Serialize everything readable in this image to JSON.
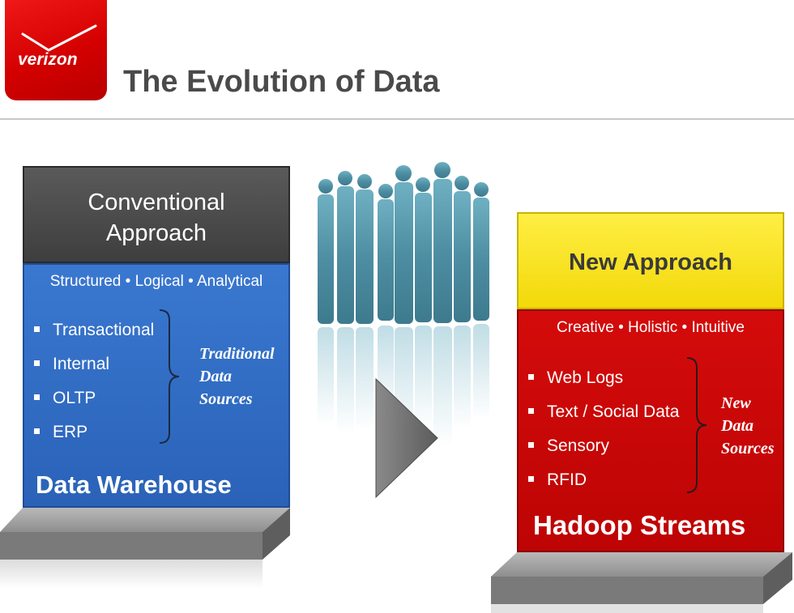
{
  "header": {
    "logo_text": "verizon",
    "title": "The Evolution of Data"
  },
  "conventional": {
    "heading_line1": "Conventional",
    "heading_line2": "Approach",
    "tagline": "Structured  •  Logical  •  Analytical",
    "items": [
      "Transactional",
      "Internal",
      "OLTP",
      "ERP"
    ],
    "sources_line1": "Traditional",
    "sources_line2": "Data",
    "sources_line3": "Sources",
    "footer": "Data Warehouse"
  },
  "new_approach": {
    "heading": "New Approach",
    "tagline": "Creative  •  Holistic  •  Intuitive",
    "items": [
      "Web Logs",
      "Text / Social Data",
      "Sensory",
      "RFID"
    ],
    "sources_line1": "New",
    "sources_line2": "Data",
    "sources_line3": "Sources",
    "footer": "Hadoop Streams"
  },
  "colors": {
    "brand_red": "#d40000",
    "conventional_head": "#4a4a4a",
    "conventional_body": "#2f6cc2",
    "new_head": "#f7e01c",
    "new_body": "#c80707",
    "people": "#5b9aad",
    "arrow": "#6e6e6e"
  },
  "icons": {
    "logo": "verizon-check-icon",
    "people": "business-people-silhouette-icon",
    "arrow": "play-arrow-icon"
  }
}
